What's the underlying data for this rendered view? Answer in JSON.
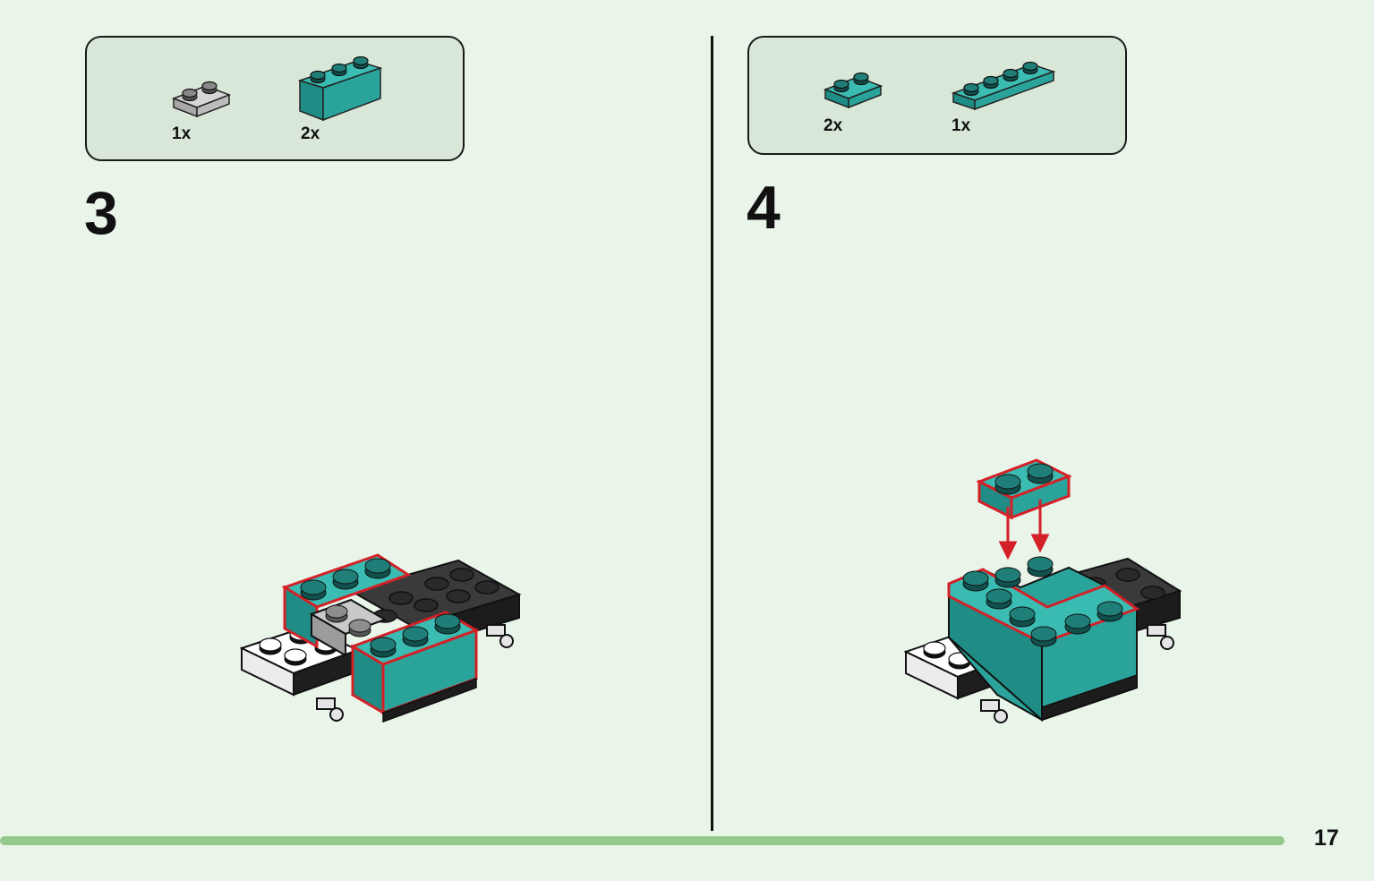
{
  "steps": [
    {
      "number": "3",
      "parts": [
        {
          "qty": "1x",
          "icon": "light-gray-plate-1x2",
          "color": "#c9c9c9"
        },
        {
          "qty": "2x",
          "icon": "teal-brick-1x3",
          "color": "#2aa39b"
        }
      ]
    },
    {
      "number": "4",
      "parts": [
        {
          "qty": "2x",
          "icon": "teal-plate-1x2",
          "color": "#2aa39b"
        },
        {
          "qty": "1x",
          "icon": "teal-plate-1x4",
          "color": "#2aa39b"
        }
      ]
    }
  ],
  "colors": {
    "teal": "#2aa39b",
    "highlight": "#d42027",
    "progress": "#93c98a",
    "background": "#eaf5ea"
  },
  "page_number": "17"
}
